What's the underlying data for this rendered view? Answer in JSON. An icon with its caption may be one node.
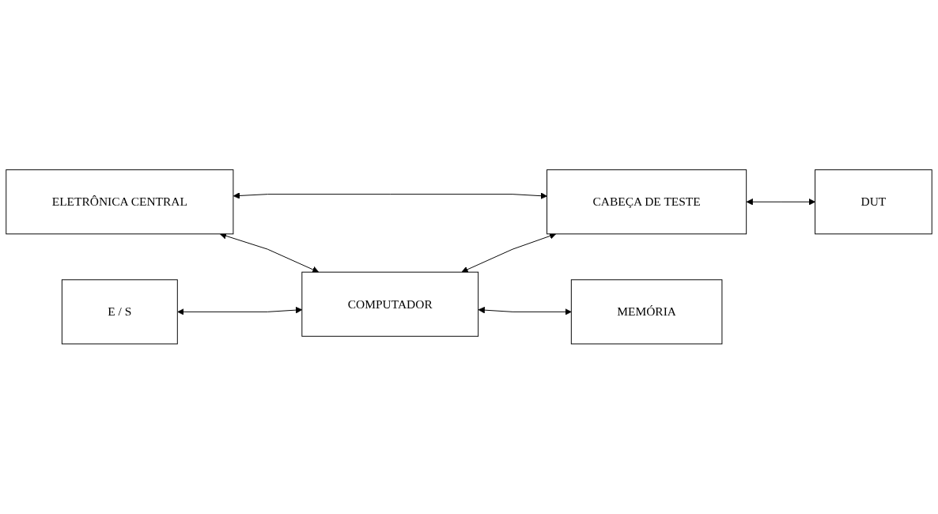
{
  "diagram": {
    "nodes": [
      {
        "text": [
          "E / S"
        ]
      },
      {
        "text": [
          "COMPUTADOR"
        ]
      },
      {
        "text": [
          "CABEÇA DE TESTE"
        ]
      },
      {
        "text": [
          "DUT"
        ]
      },
      {
        "text": [
          "MEMÓRIA"
        ]
      },
      {
        "text": [
          "ELETRÔNICA CENTRAL"
        ]
      }
    ],
    "edges": [
      {
        "from": 0,
        "to": 1,
        "arrow": "both"
      },
      {
        "from": 1,
        "to": 2,
        "arrow": "both"
      },
      {
        "from": 2,
        "to": 3,
        "arrow": "both"
      },
      {
        "from": 1,
        "to": 4,
        "arrow": "both"
      },
      {
        "from": 5,
        "to": 1,
        "arrow": "both"
      },
      {
        "from": 5,
        "to": 2,
        "arrow": "both"
      }
    ]
  }
}
